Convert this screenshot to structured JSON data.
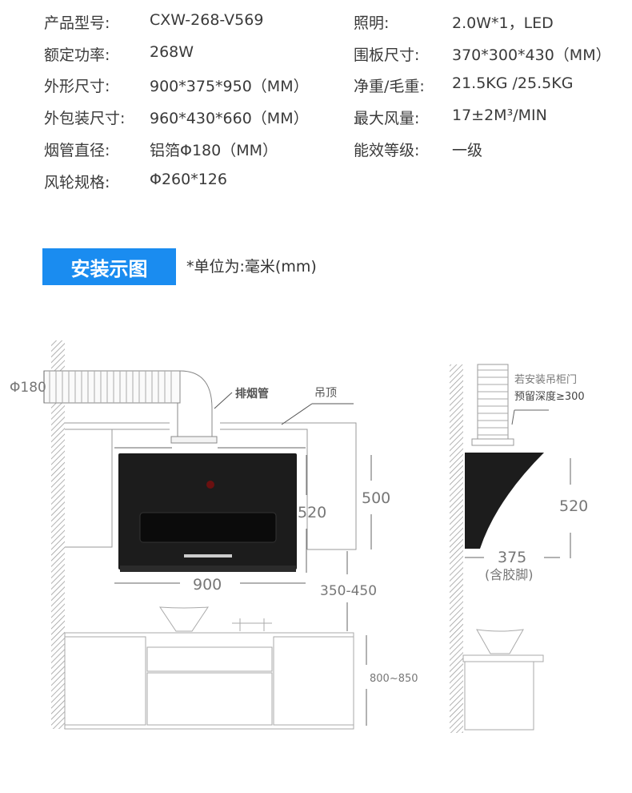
{
  "specs": {
    "left": [
      {
        "label": "产品型号:",
        "value": "CXW-268-V569"
      },
      {
        "label": "额定功率:",
        "value": "268W"
      },
      {
        "label": "外形尺寸:",
        "value": "900*375*950（MM）"
      },
      {
        "label": "外包装尺寸:",
        "value": "960*430*660（MM）"
      },
      {
        "label": "烟管直径:",
        "value": "铝箔Φ180（MM）"
      },
      {
        "label": "风轮规格:",
        "value": "Φ260*126"
      }
    ],
    "right": [
      {
        "label": "照明:",
        "value": "2.0W*1，LED"
      },
      {
        "label": "围板尺寸:",
        "value": "370*300*430（MM）"
      },
      {
        "label": "净重/毛重:",
        "value": "21.5KG /25.5KG"
      },
      {
        "label": "最大风量:",
        "value": "17±2M³/MIN"
      },
      {
        "label": "能效等级:",
        "value": "一级"
      }
    ]
  },
  "section": {
    "title": "安装示图",
    "unit_note": "*单位为:毫米(mm)"
  },
  "diagram": {
    "pipe_diameter": "Φ180",
    "exhaust_pipe": "排烟管",
    "ceiling": "吊顶",
    "width": "900",
    "height": "520",
    "cabinet_height": "500",
    "gap": "350-450",
    "counter_height": "800~850",
    "side_note_line1": "若安装吊柜门",
    "side_note_line2": "预留深度≥300",
    "side_height": "520",
    "depth": "375",
    "depth_note": "(含胶脚)"
  },
  "colors": {
    "accent": "#1a8cf0",
    "hood": "#1c1c1c"
  }
}
